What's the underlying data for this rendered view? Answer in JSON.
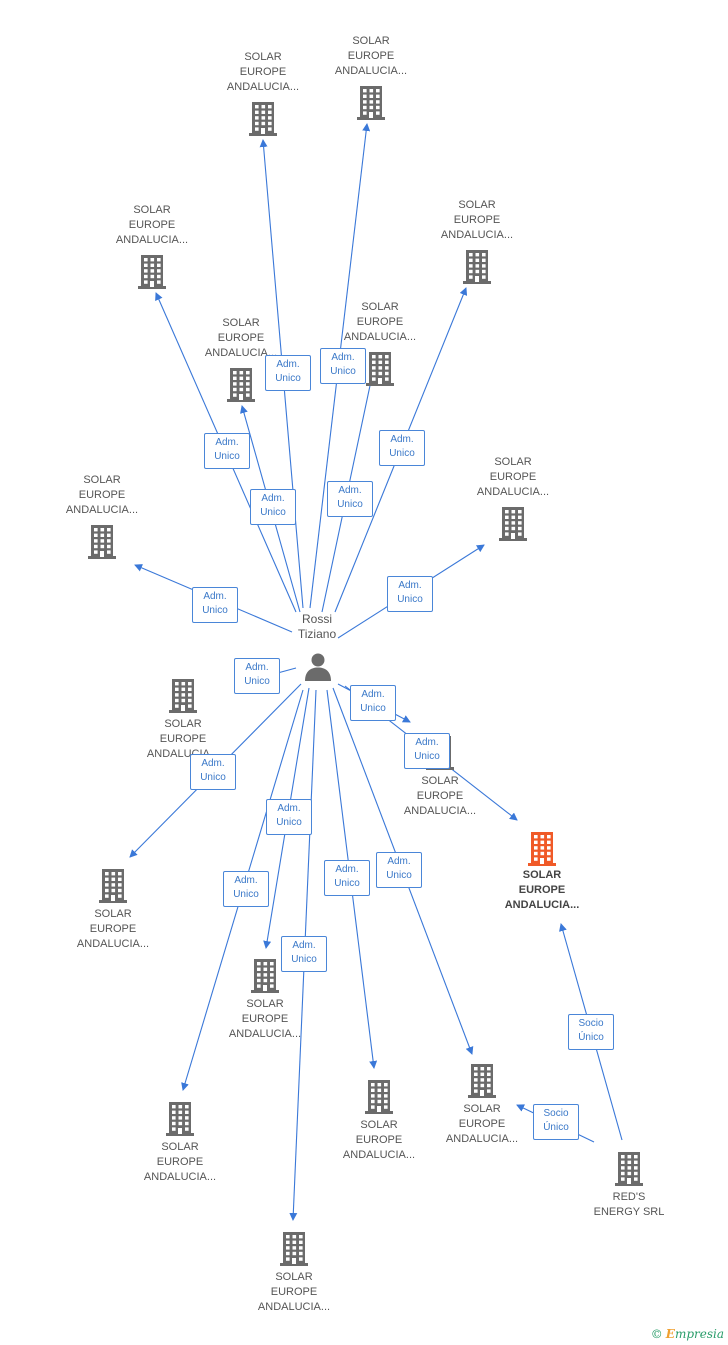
{
  "center": {
    "label": "Rossi\nTiziano",
    "icon": "person-icon"
  },
  "company_label": "SOLAR\nEUROPE\nANDALUCIA...",
  "companies": [
    {
      "id": "c1"
    },
    {
      "id": "c2"
    },
    {
      "id": "c3"
    },
    {
      "id": "c4"
    },
    {
      "id": "c5"
    },
    {
      "id": "c6"
    },
    {
      "id": "c7"
    },
    {
      "id": "c8"
    },
    {
      "id": "c9"
    },
    {
      "id": "c10"
    },
    {
      "id": "c11"
    },
    {
      "id": "c12"
    },
    {
      "id": "c13"
    },
    {
      "id": "c14"
    },
    {
      "id": "c15"
    },
    {
      "id": "c16"
    },
    {
      "id": "c17"
    }
  ],
  "focus_company": {
    "label": "SOLAR\nEUROPE\nANDALUCIA...",
    "color": "#f05a28"
  },
  "reds": {
    "label": "RED'S\nENERGY SRL"
  },
  "edge_labels": {
    "adm": "Adm.\nUnico",
    "socio": "Socio\nÚnico"
  },
  "colors": {
    "edge": "#3a78d8",
    "building": "#6b6b6b",
    "focus": "#f05a28"
  },
  "footer": {
    "copyright": "©",
    "brand_first": "E",
    "brand_rest": "mpresia"
  }
}
